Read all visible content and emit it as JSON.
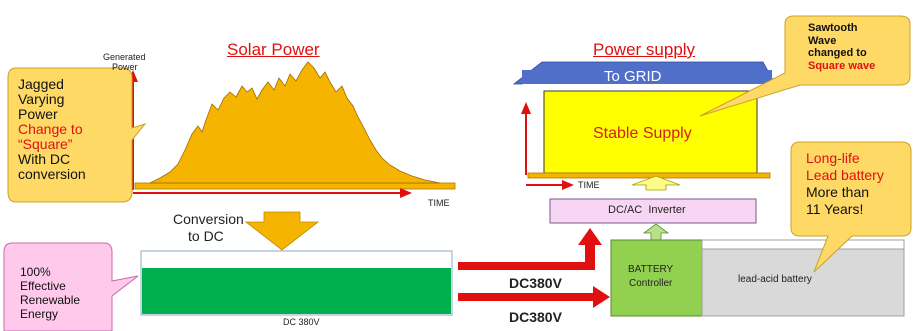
{
  "solar": {
    "title": "Solar Power",
    "y_label_1": "Generated",
    "y_label_2": "Power",
    "x_label": "TIME",
    "conversion_1": "Conversion",
    "conversion_2": "to DC",
    "dc_bar_label": "DC 380V"
  },
  "supply": {
    "title": "Power supply",
    "grid_label": "To GRID",
    "stable_label": "Stable Supply",
    "x_label": "TIME",
    "inverter_label": "DC/AC  Inverter"
  },
  "battery": {
    "controller_1": "BATTERY",
    "controller_2": "Controller",
    "pack_label": "lead-acid battery"
  },
  "arrows": {
    "dc_upper": "DC380V",
    "dc_lower": "DC380V"
  },
  "callouts": {
    "jagged": {
      "l1": "Jagged",
      "l2": "Varying",
      "l3": "Power",
      "l4": "Change to",
      "l5": "“Square”",
      "l6": "With DC",
      "l7": "conversion"
    },
    "effective": {
      "l1": "100%",
      "l2": "Effective",
      "l3": "Renewable",
      "l4": "Energy"
    },
    "sawtooth": {
      "l1": "Sawtooth",
      "l2": "Wave",
      "l3": "changed to",
      "l4": "Square wave"
    },
    "longlife": {
      "l1": "Long-life",
      "l2": "Lead battery",
      "l3": "More than",
      "l4": "11 Years!"
    }
  },
  "colors": {
    "accent_red": "#e01010",
    "solar_fill": "#f5b400",
    "stable_fill": "#ffff00",
    "dc_green": "#00b04f",
    "roof_blue": "#4f6fc8",
    "callout_yellow": "#ffd966",
    "callout_pink": "#ffc9ec",
    "inverter_pink": "#f7d6f5",
    "battery_green": "#92d050"
  }
}
